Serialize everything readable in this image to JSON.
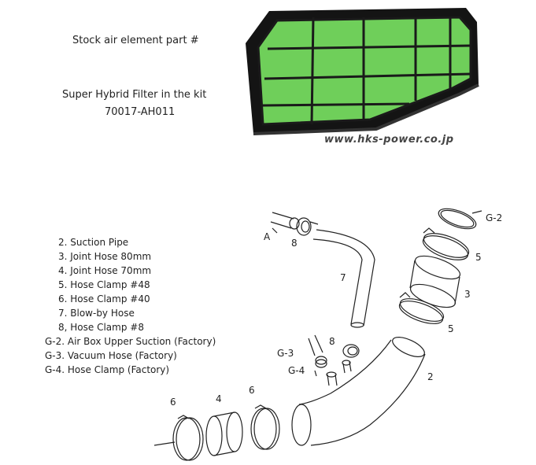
{
  "header": {
    "stock_label": "Stock air element part #",
    "hybrid_label": "Super Hybrid Filter in the kit",
    "part_number": "70017-AH011"
  },
  "watermark": "www.hks-power.co.jp",
  "parts_list": [
    "2. Suction Pipe",
    "3. Joint Hose 80mm",
    "4. Joint Hose 70mm",
    "5. Hose Clamp #48",
    "6. Hose Clamp #40",
    "7. Blow-by Hose",
    "8, Hose Clamp #8",
    "G-2. Air Box Upper Suction (Factory)",
    "G-3. Vacuum Hose (Factory)",
    "G-4. Hose Clamp (Factory)"
  ],
  "callouts": {
    "A": "A",
    "c8_top": "8",
    "c7": "7",
    "g2": "G-2",
    "c5_top": "5",
    "c3": "3",
    "c5_mid": "5",
    "g3": "G-3",
    "c8_mid": "8",
    "g4": "G-4",
    "c2": "2",
    "c6_left": "6",
    "c4": "4",
    "c6_right": "6"
  },
  "colors": {
    "filter_green": "#6fcf5a",
    "filter_frame": "#1d1d1d",
    "line": "#222222"
  }
}
